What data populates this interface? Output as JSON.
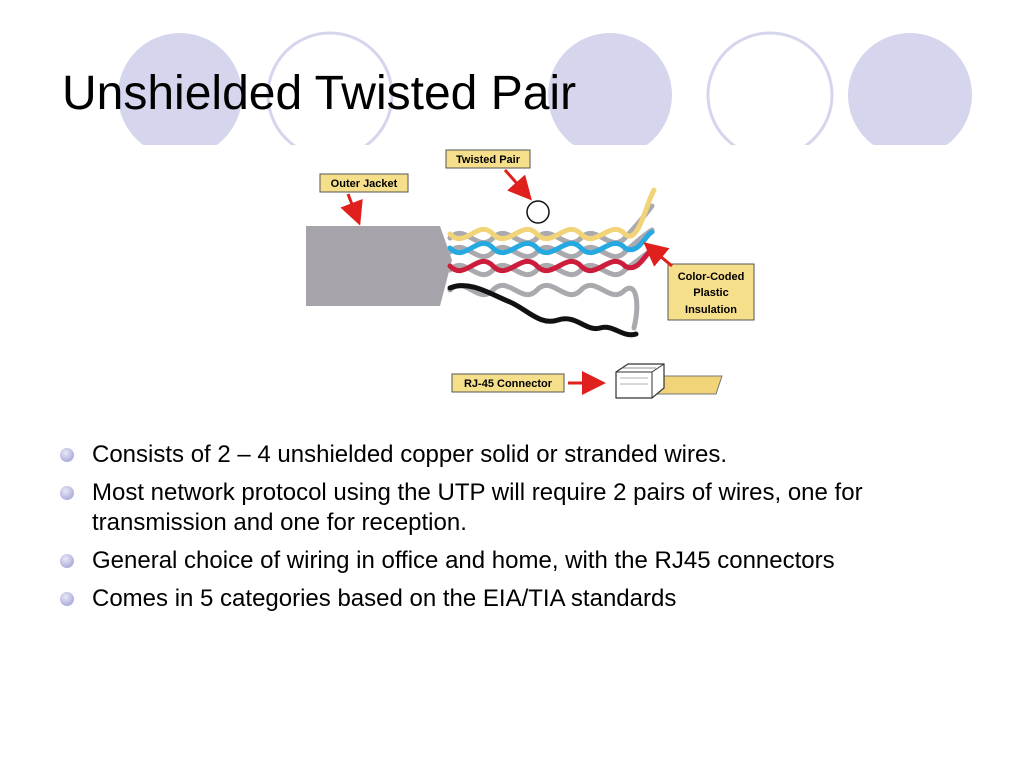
{
  "slide": {
    "title": "Unshielded Twisted Pair"
  },
  "diagram": {
    "labels": {
      "twisted_pair": "Twisted Pair",
      "outer_jacket": "Outer Jacket",
      "color_coded_line1": "Color-Coded",
      "color_coded_line2": "Plastic",
      "color_coded_line3": "Insulation",
      "rj45": "RJ-45 Connector"
    },
    "colors": {
      "label_fill": "#f6df8a",
      "arrow": "#e0201c",
      "jacket": "#a6a4aa",
      "wire_yellow": "#f2d478",
      "wire_gray": "#a9a9ae",
      "wire_blue": "#26a9e0",
      "wire_red": "#cc1e3c",
      "wire_black": "#111111",
      "deco_circle": "#d5d5ee"
    }
  },
  "bullets": [
    "Consists of 2 – 4 unshielded copper solid or stranded wires.",
    "Most network protocol using the UTP will require 2 pairs of wires, one for transmission and one for reception.",
    "General choice of wiring in office and home, with the RJ45 connectors",
    "Comes in 5 categories based on the EIA/TIA standards"
  ]
}
